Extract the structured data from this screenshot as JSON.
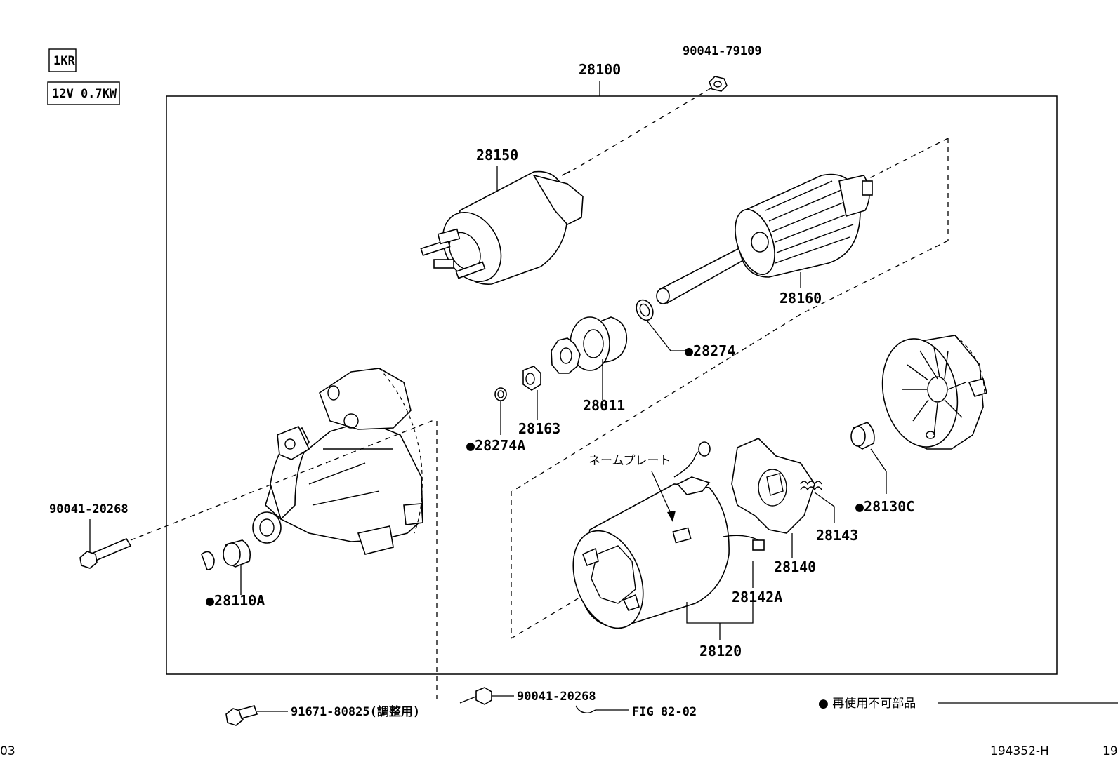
{
  "spec_boxes": [
    "1KR",
    "12V 0.7KW"
  ],
  "assembly_label": "28100",
  "parts": {
    "nut_top": "90041-79109",
    "solenoid": "28150",
    "armature": "28160",
    "snap_ring": "●28274",
    "clutch": "28011",
    "collar": "28163",
    "ring_a": "●28274A",
    "bolt_left": "90041-20268",
    "bushing": "●28110A",
    "name_plate": "ネームプレート",
    "bushing_c": "●28130C",
    "spring": "28143",
    "brush_holder": "28140",
    "brush": "28142A",
    "yoke": "28120",
    "bolt_adjust": "91671-80825(調整用)",
    "bolt_bottom": "90041-20268",
    "fig_ref": "FIG 82-02",
    "legend_note": "● 再使用不可部品"
  },
  "footer": {
    "left": "03",
    "code": "194352-H",
    "right": "19"
  }
}
